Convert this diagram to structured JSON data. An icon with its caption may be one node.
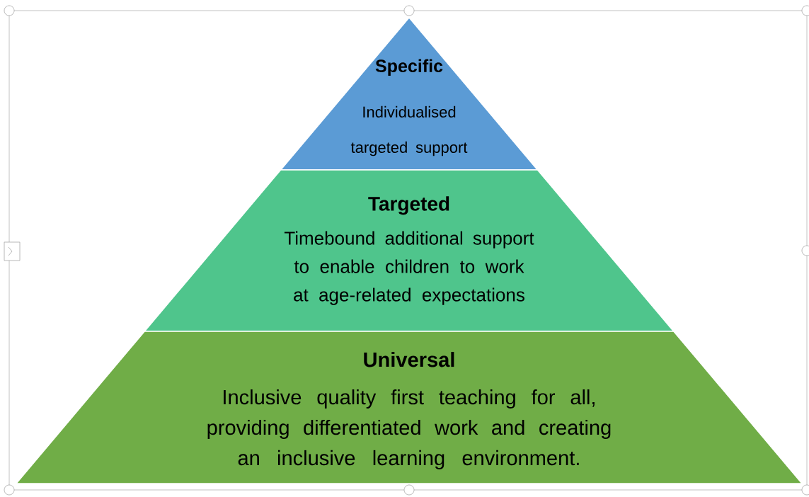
{
  "diagram": {
    "nodes": [
      {
        "text": [
          "Specific",
          "Individualised targeted support"
        ]
      },
      {
        "text": [
          "Targeted",
          "Timebound additional support to enable children to work at age-related expectations"
        ]
      },
      {
        "text": [
          "Universal",
          "Inclusive quality first teaching for all, providing differentiated work and creating an inclusive learning environment."
        ]
      }
    ]
  }
}
